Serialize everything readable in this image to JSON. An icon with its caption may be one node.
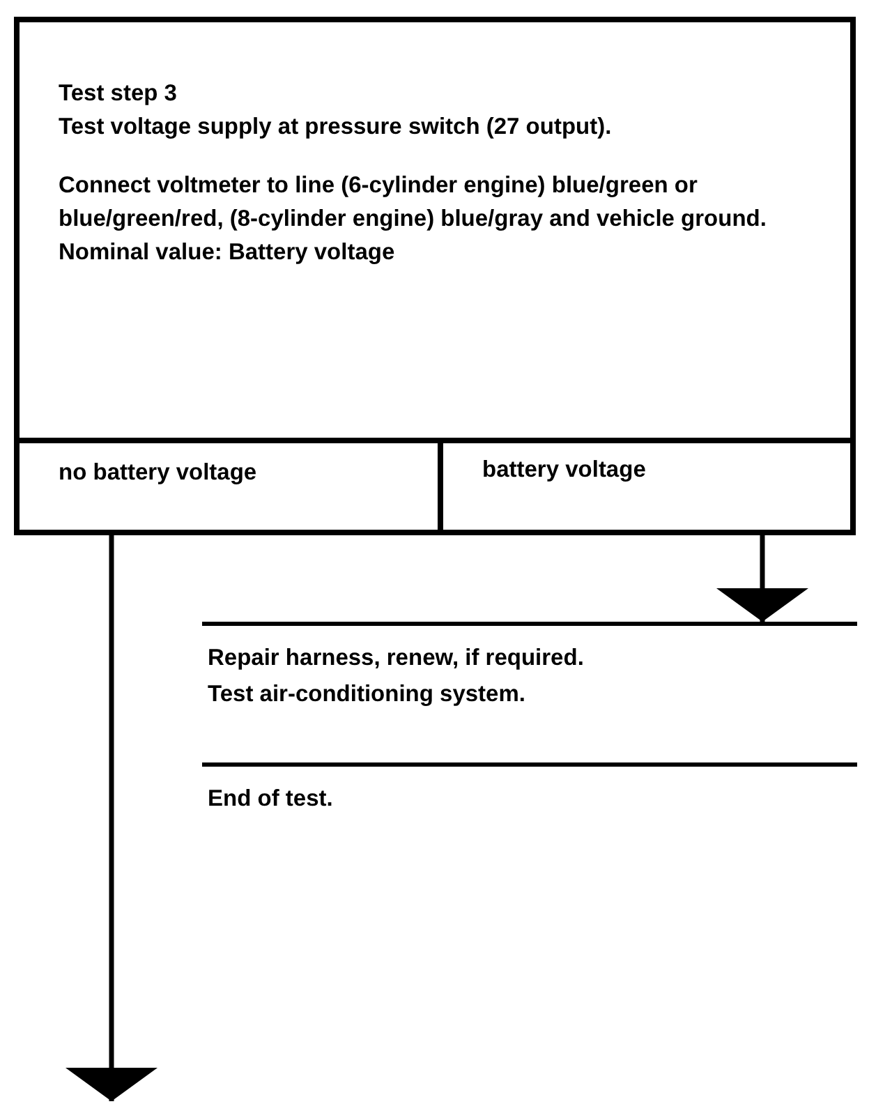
{
  "diagram": {
    "nodes": [
      {
        "text": [
          "Test step 3",
          "Test voltage supply at pressure switch (27 output).",
          "Connect voltmeter to line (6-cylinder engine) blue/green or blue/green/red, (8-cylinder engine) blue/gray and vehicle ground.",
          "Nominal value: Battery voltage"
        ]
      },
      {
        "text": [
          "no battery voltage"
        ],
        "in": 0
      },
      {
        "text": [
          "battery voltage"
        ],
        "in": 0
      },
      {
        "text": [
          "Repair harness, renew, if required.",
          "Test air-conditioning system."
        ]
      },
      {
        "text": [
          "End of test."
        ]
      }
    ],
    "edges": [
      {
        "from": 1,
        "to": null,
        "arrow": "to"
      },
      {
        "from": 2,
        "to": 3,
        "arrow": "to"
      }
    ]
  }
}
